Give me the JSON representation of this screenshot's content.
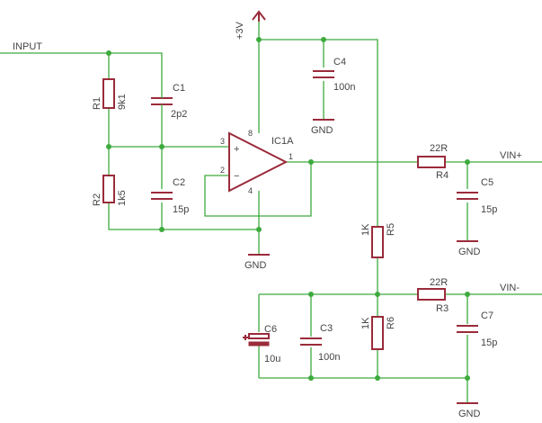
{
  "labels": {
    "input": "INPUT",
    "vin_plus": "VIN+",
    "vin_minus": "VIN-",
    "supply": "+3V",
    "opamp": "IC1A",
    "gnd": "GND"
  },
  "components": {
    "R1": {
      "ref": "R1",
      "value": "9k1"
    },
    "R2": {
      "ref": "R2",
      "value": "1k5"
    },
    "R3": {
      "ref": "R3",
      "value": "22R"
    },
    "R4": {
      "ref": "R4",
      "value": "22R"
    },
    "R5": {
      "ref": "R5",
      "value": "1K"
    },
    "R6": {
      "ref": "R6",
      "value": "1K"
    },
    "C1": {
      "ref": "C1",
      "value": "2p2"
    },
    "C2": {
      "ref": "C2",
      "value": "15p"
    },
    "C3": {
      "ref": "C3",
      "value": "100n"
    },
    "C4": {
      "ref": "C4",
      "value": "100n"
    },
    "C5": {
      "ref": "C5",
      "value": "15p"
    },
    "C6": {
      "ref": "C6",
      "value": "10u"
    },
    "C7": {
      "ref": "C7",
      "value": "15p"
    }
  },
  "pins": {
    "p1": "1",
    "p2": "2",
    "p3": "3",
    "p4": "4",
    "p8": "8",
    "plus": "+",
    "minus": "−"
  }
}
